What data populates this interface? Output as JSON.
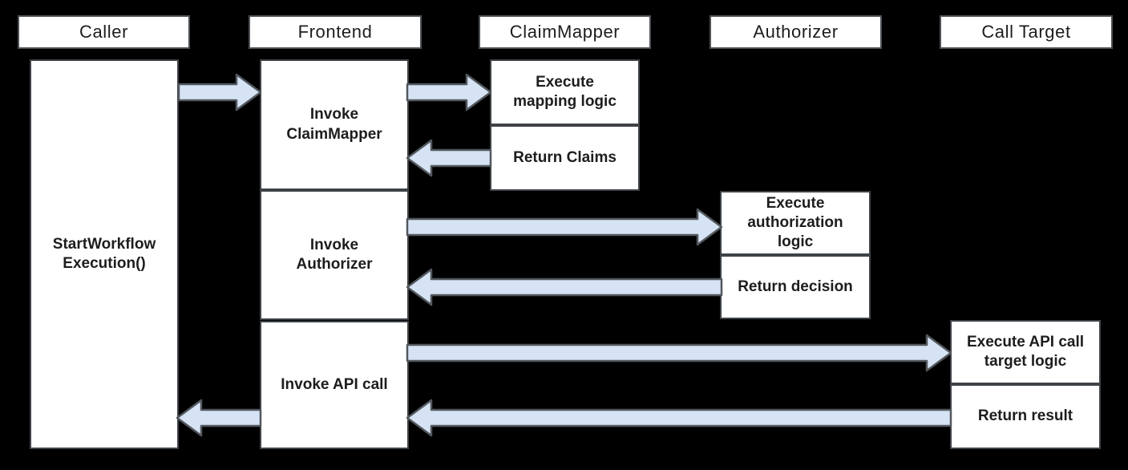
{
  "diagram": {
    "type": "sequence-diagram",
    "colors": {
      "background": "#000000",
      "box_fill": "#ffffff",
      "box_border": "#3f4347",
      "header_border": "#4d5155",
      "arrow_fill": "#d5e3f4",
      "arrow_border": "#53585e",
      "text_color": "#1d1d1d"
    },
    "lanes": [
      {
        "id": "caller",
        "label": "Caller"
      },
      {
        "id": "frontend",
        "label": "Frontend"
      },
      {
        "id": "claimmapper",
        "label": "ClaimMapper"
      },
      {
        "id": "authorizer",
        "label": "Authorizer"
      },
      {
        "id": "calltarget",
        "label": "Call Target"
      }
    ],
    "boxes": [
      {
        "id": "start-workflow-execution",
        "lane": "Caller",
        "label": "StartWorkflow Execution()"
      },
      {
        "id": "invoke-claimmapper",
        "lane": "Frontend",
        "label": "Invoke ClaimMapper"
      },
      {
        "id": "invoke-authorizer",
        "lane": "Frontend",
        "label": "Invoke Authorizer"
      },
      {
        "id": "invoke-api-call",
        "lane": "Frontend",
        "label": "Invoke API call"
      },
      {
        "id": "execute-mapping-logic",
        "lane": "ClaimMapper",
        "label": "Execute mapping logic"
      },
      {
        "id": "return-claims",
        "lane": "ClaimMapper",
        "label": "Return Claims"
      },
      {
        "id": "execute-authorization-logic",
        "lane": "Authorizer",
        "label": "Execute authorization logic"
      },
      {
        "id": "return-decision",
        "lane": "Authorizer",
        "label": "Return decision"
      },
      {
        "id": "execute-api-call-target-logic",
        "lane": "Call Target",
        "label": "Execute API call target logic"
      },
      {
        "id": "return-result",
        "lane": "Call Target",
        "label": "Return result"
      }
    ],
    "arrows": [
      {
        "from": "Caller",
        "to": "Frontend",
        "direction": "right"
      },
      {
        "from": "Frontend",
        "to": "ClaimMapper",
        "direction": "right"
      },
      {
        "from": "ClaimMapper",
        "to": "Frontend",
        "direction": "left"
      },
      {
        "from": "Frontend",
        "to": "Authorizer",
        "direction": "right"
      },
      {
        "from": "Authorizer",
        "to": "Frontend",
        "direction": "left"
      },
      {
        "from": "Frontend",
        "to": "Call Target",
        "direction": "right"
      },
      {
        "from": "Call Target",
        "to": "Frontend",
        "direction": "left"
      },
      {
        "from": "Frontend",
        "to": "Caller",
        "direction": "left"
      }
    ]
  }
}
